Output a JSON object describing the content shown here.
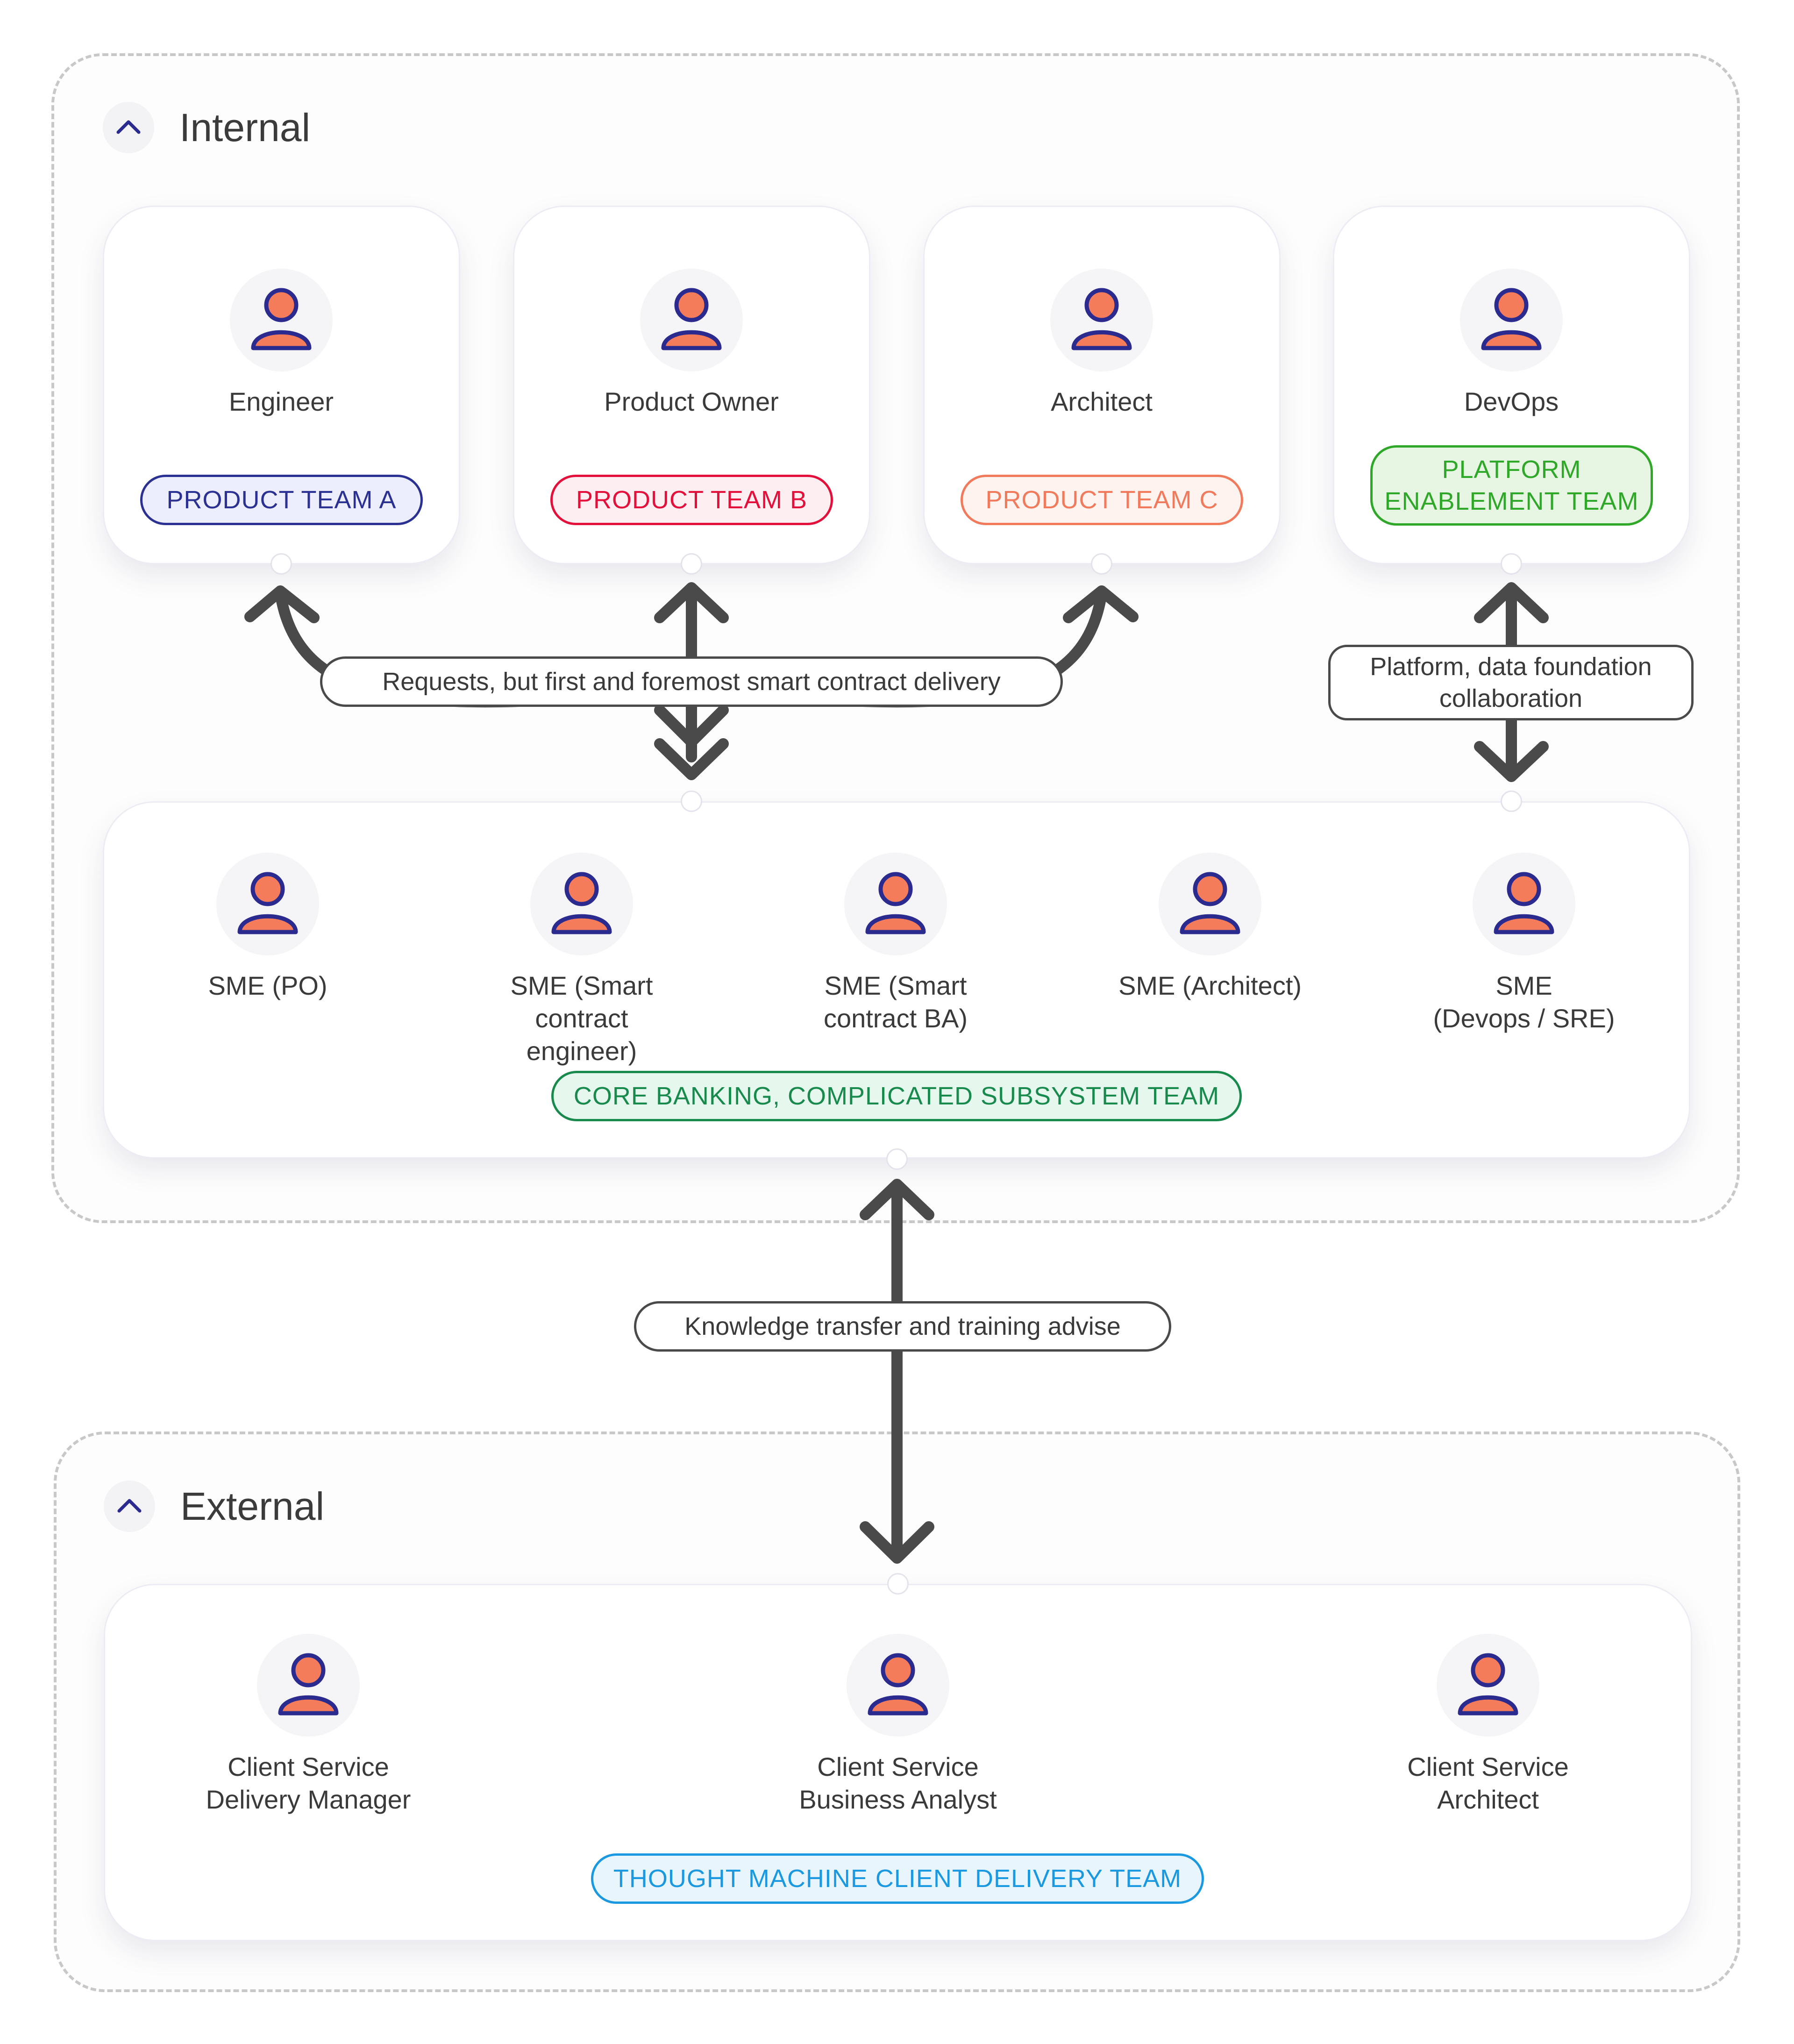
{
  "colors": {
    "arrow": "#4a4a4a",
    "avatar_fill": "#f47c5a",
    "avatar_stroke": "#2b2b8f",
    "team_a": "#2b3192",
    "team_b": "#e2103a",
    "team_c": "#f07a5b",
    "platform": "#2fa82a",
    "core": "#178a4c",
    "delivery": "#1a98e0"
  },
  "internal": {
    "title": "Internal",
    "toggle_icon": "chevron-up-icon",
    "teams": [
      {
        "role": "Engineer",
        "team": "PRODUCT TEAM A"
      },
      {
        "role": "Product Owner",
        "team": "PRODUCT TEAM B"
      },
      {
        "role": "Architect",
        "team": "PRODUCT TEAM C"
      },
      {
        "role": "DevOps",
        "team": "PLATFORM\nENABLEMENT TEAM"
      }
    ],
    "core": {
      "members": [
        "SME (PO)",
        "SME (Smart\ncontract engineer)",
        "SME (Smart\ncontract BA)",
        "SME (Architect)",
        "SME\n(Devops / SRE)"
      ],
      "team": "CORE BANKING, COMPLICATED SUBSYSTEM TEAM"
    },
    "links": {
      "requests": "Requests, but first and foremost smart contract delivery",
      "platform": "Platform, data foundation\ncollaboration"
    }
  },
  "knowledge_link": "Knowledge transfer and training advise",
  "external": {
    "title": "External",
    "toggle_icon": "chevron-up-icon",
    "members": [
      "Client Service\nDelivery Manager",
      "Client Service\nBusiness Analyst",
      "Client Service\nArchitect"
    ],
    "team": "THOUGHT MACHINE CLIENT DELIVERY TEAM"
  }
}
